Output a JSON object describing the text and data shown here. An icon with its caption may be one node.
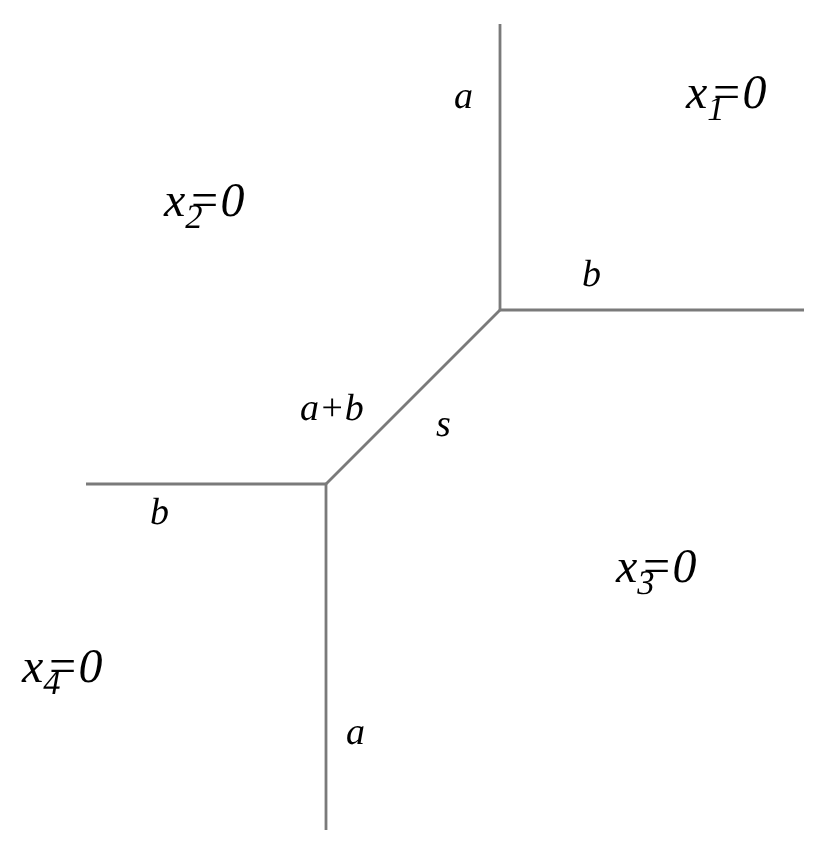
{
  "diagram": {
    "labels": [
      "a",
      "x$_{1}$=0",
      "x$_{2}$=0",
      "b",
      "a+b",
      "s",
      "b",
      "x$_{3}$=0",
      "x$_{4}$=0",
      "a"
    ]
  }
}
